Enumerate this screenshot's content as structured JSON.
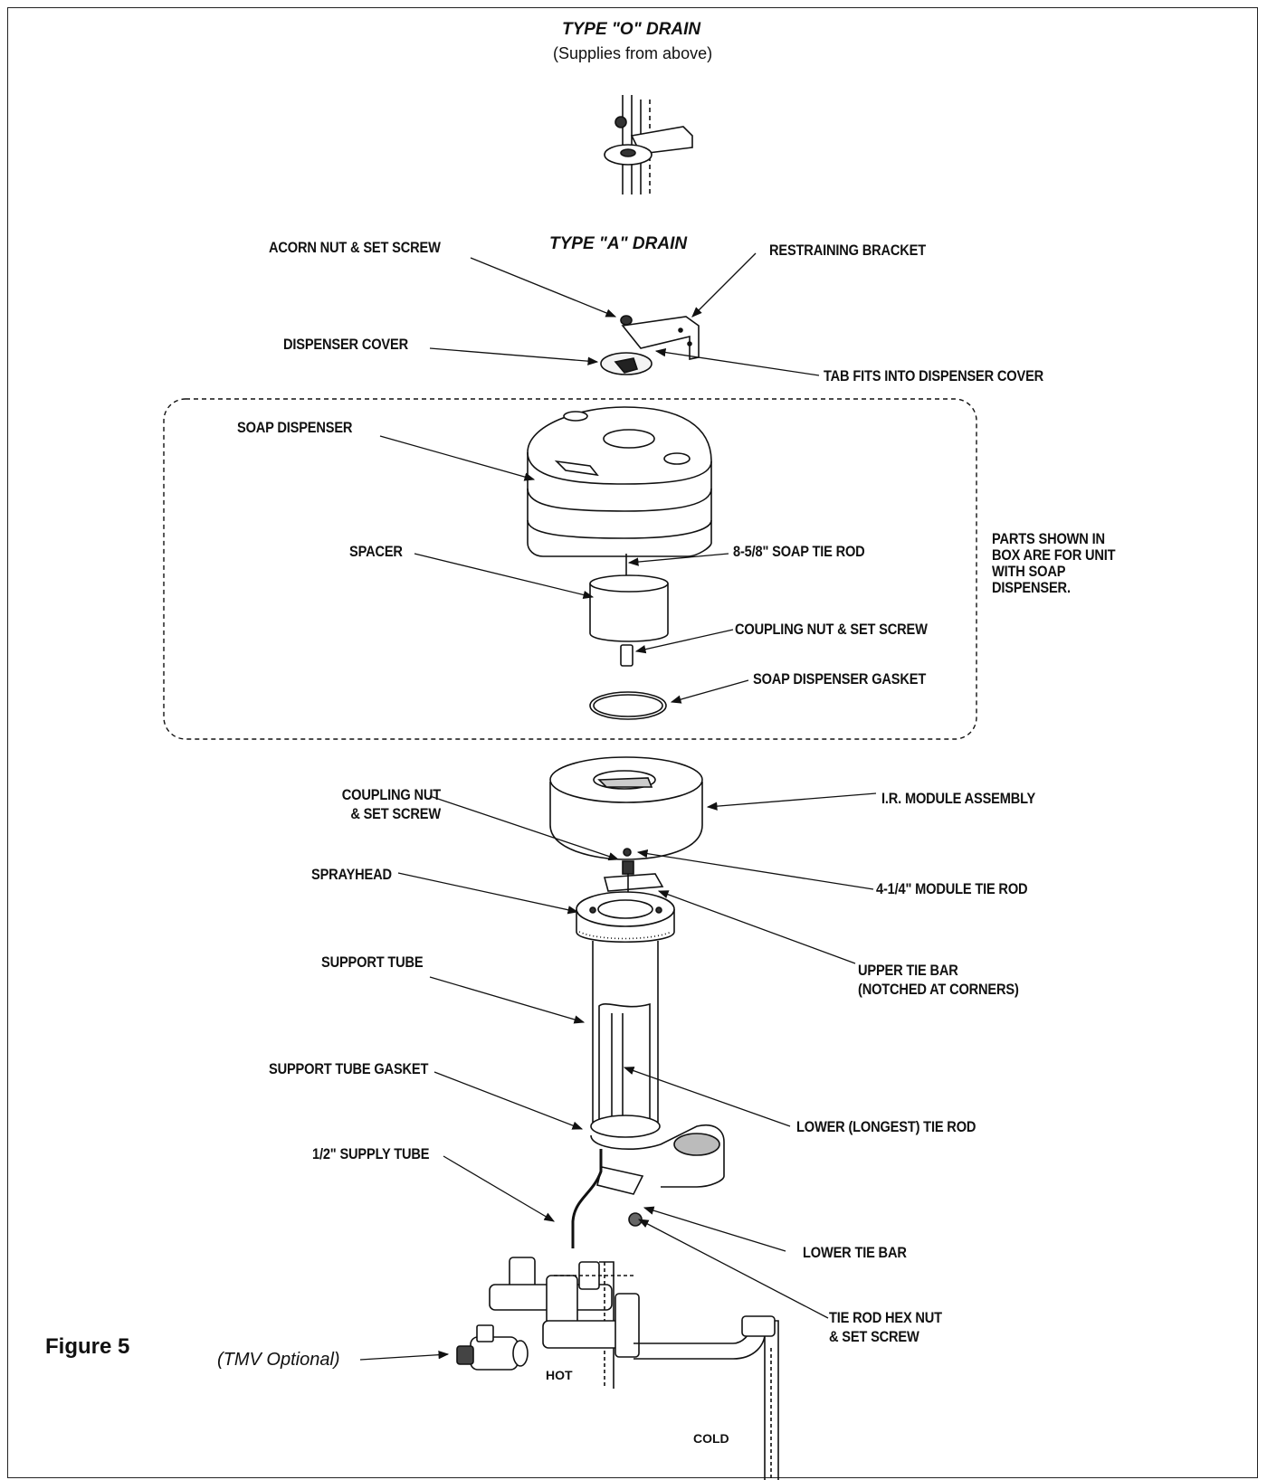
{
  "titles": {
    "type_o": "TYPE \"O\" DRAIN",
    "type_o_sub": "(Supplies from above)",
    "type_a": "TYPE \"A\" DRAIN"
  },
  "labels": {
    "acorn_nut": "ACORN NUT & SET SCREW",
    "restraining_bracket": "RESTRAINING BRACKET",
    "dispenser_cover": "DISPENSER  COVER",
    "tab_fits": "TAB FITS INTO DISPENSER COVER",
    "soap_dispenser": "SOAP DISPENSER",
    "spacer": "SPACER",
    "soap_tie_rod": "8-5/8\" SOAP TIE ROD",
    "box_note": [
      "PARTS SHOWN IN",
      "BOX ARE FOR UNIT",
      "WITH SOAP",
      "DISPENSER."
    ],
    "coupling_nut_upper": "COUPLING NUT & SET SCREW",
    "soap_gasket": "SOAP DISPENSER GASKET",
    "ir_module": "I.R. MODULE ASSEMBLY",
    "coupling_nut_lower": [
      "COUPLING NUT",
      "& SET SCREW"
    ],
    "module_tie_rod": "4-1/4\" MODULE TIE ROD",
    "sprayhead": "SPRAYHEAD",
    "upper_tie_bar": [
      "UPPER TIE BAR",
      "(NOTCHED AT CORNERS)"
    ],
    "support_tube": "SUPPORT TUBE",
    "support_tube_gasket": "SUPPORT TUBE GASKET",
    "lower_tie_rod": "LOWER (LONGEST) TIE ROD",
    "supply_tube": "1/2\" SUPPLY TUBE",
    "lower_tie_bar": "LOWER TIE BAR",
    "hex_nut": [
      "TIE ROD HEX NUT",
      "& SET SCREW"
    ],
    "hot": "HOT",
    "cold": "COLD",
    "tmv": "(TMV Optional)"
  },
  "figure_label": "Figure 5"
}
